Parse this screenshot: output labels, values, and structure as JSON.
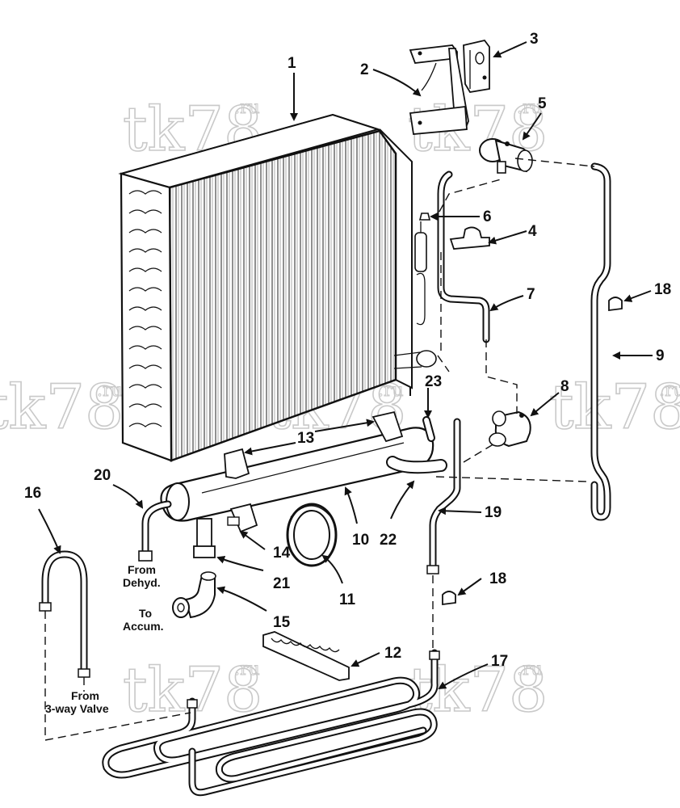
{
  "watermark": {
    "text": "tk78",
    "suffix": ".ru"
  },
  "callouts": [
    "1",
    "2",
    "3",
    "4",
    "5",
    "6",
    "7",
    "8",
    "9",
    "10",
    "11",
    "12",
    "13",
    "14",
    "15",
    "16",
    "17",
    "18",
    "18",
    "19",
    "20",
    "21",
    "22",
    "23"
  ],
  "notes": {
    "from_dehyd_line1": "From",
    "from_dehyd_line2": "Dehyd.",
    "to_accum_line1": "To",
    "to_accum_line2": "Accum.",
    "from_valve_line1": "From",
    "from_valve_line2": "3-way Valve"
  },
  "colors": {
    "ink": "#111111",
    "paper": "#ffffff",
    "watermark": "#c9c9c9"
  }
}
